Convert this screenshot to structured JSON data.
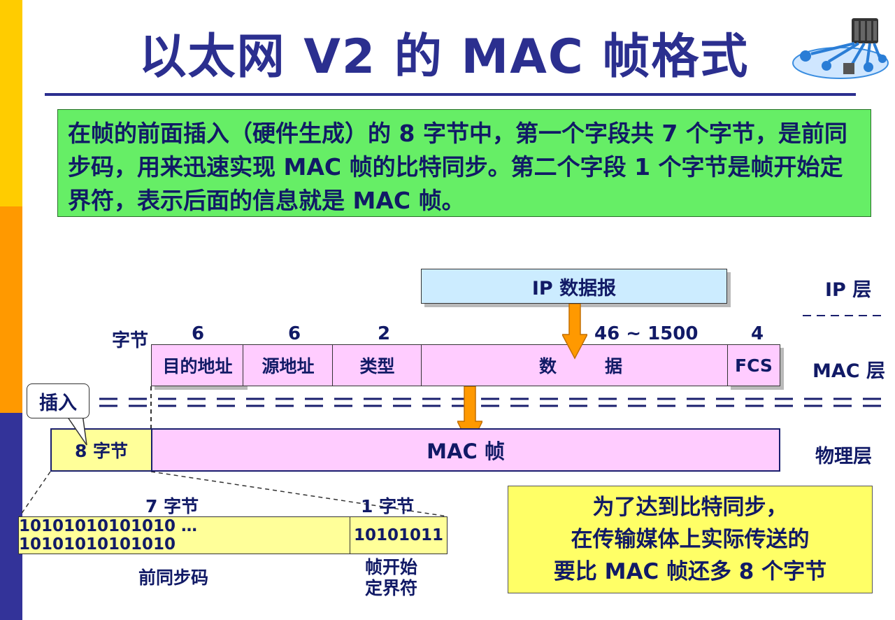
{
  "title": "以太网 V2 的 MAC 帧格式",
  "note_text": "在帧的前面插入（硬件生成）的 8 字节中，第一个字段共 7 个字节，是前同步码，用来迅速实现 MAC 帧的比特同步。第二个字段 1 个字节是帧开始定界符，表示后面的信息就是 MAC 帧。",
  "ip_box": "IP 数据报",
  "layers": {
    "ip": "IP 层",
    "mac": "MAC 层",
    "phy": "物理层"
  },
  "bytes_label": "字节",
  "field_sizes": {
    "dst": "6",
    "src": "6",
    "type": "2",
    "data": "46 ~ 1500",
    "fcs": "4"
  },
  "fields": {
    "dst": "目的地址",
    "src": "源地址",
    "type": "类型",
    "data_1": "数",
    "data_2": "据",
    "fcs": "FCS"
  },
  "insert_callout": "插入",
  "preamble8": "8 字节",
  "mac_frame": "MAC 帧",
  "bytes7": "7 字节",
  "bytes1": "1 字节",
  "preamble_bits": "10101010101010 …10101010101010",
  "sfd_bits": "10101011",
  "preamble_name": "前同步码",
  "sfd_name_1": "帧开始",
  "sfd_name_2": "定界符",
  "sync_note": [
    "为了达到比特同步，",
    "在传输媒体上实际传送的",
    "要比 MAC 帧还多 8 个字节"
  ],
  "colors": {
    "bar_yellow": "#ffcc00",
    "bar_orange": "#ff9900",
    "bar_blue": "#333399",
    "title": "#2b2f8f",
    "note_bg": "#66ee66",
    "ip_bg": "#ccecff",
    "field_bg": "#ffccff",
    "yellow_box": "#ffff99",
    "arrow": "#ff9900"
  }
}
